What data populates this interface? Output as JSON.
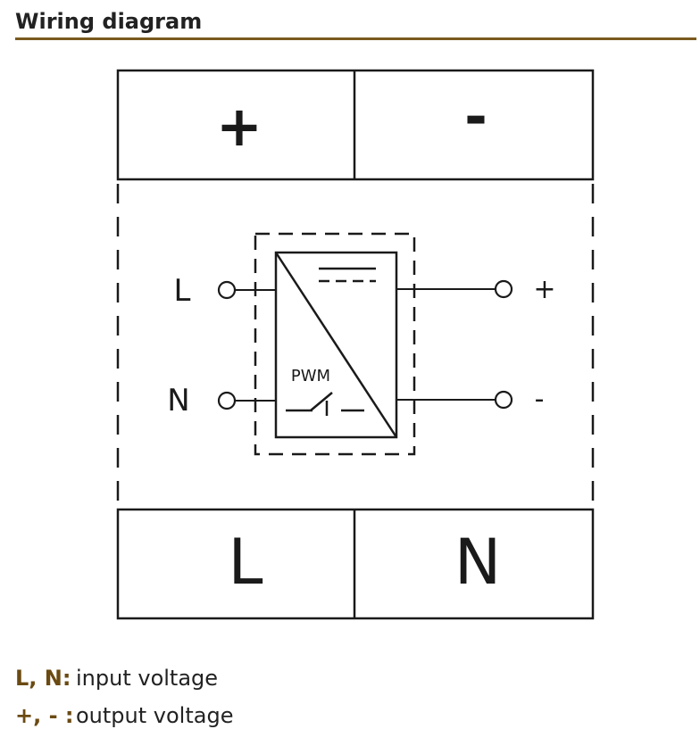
{
  "header": {
    "title": "Wiring diagram"
  },
  "diagram": {
    "top_terminals": [
      "+",
      "-"
    ],
    "bottom_terminals": [
      "L",
      "N"
    ],
    "input_labels": [
      "L",
      "N"
    ],
    "output_labels": [
      "+",
      "-"
    ],
    "module_label": "PWM"
  },
  "legend": [
    {
      "key": "L, N:",
      "value": "input voltage"
    },
    {
      "key": "+, - :",
      "value": "output voltage"
    }
  ],
  "colors": {
    "accent": "#6b4a12",
    "rule": "#7a5a1e",
    "line": "#1a1a1a"
  }
}
